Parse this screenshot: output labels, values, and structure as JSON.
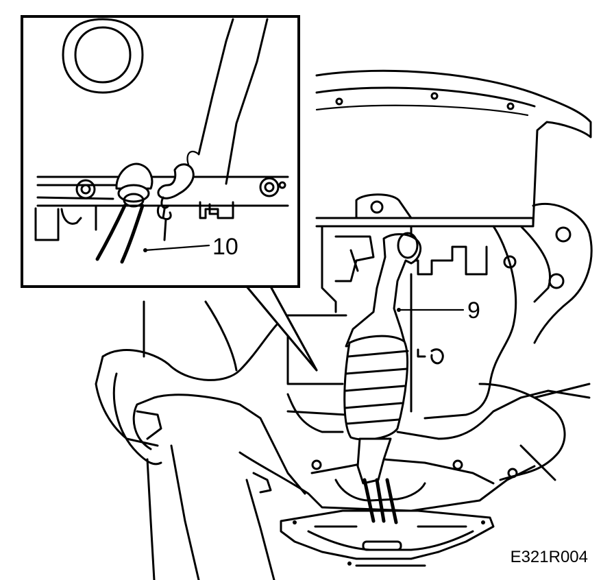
{
  "callouts": {
    "detail_label": "10",
    "main_label": "9"
  },
  "figure_code": "E321R004",
  "icons": {
    "catalytic_converter": "catalytic-converter-icon",
    "oxygen_sensor_connector": "sensor-connector-icon"
  }
}
